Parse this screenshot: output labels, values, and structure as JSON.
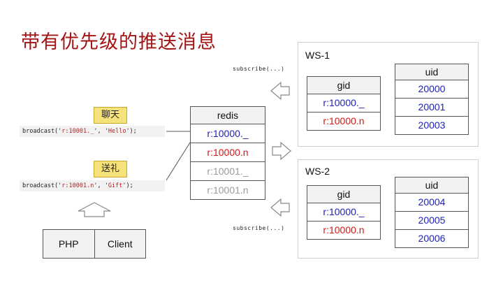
{
  "title": "带有优先级的推送消息",
  "code_lines": [
    {
      "pre": "broadcast('",
      "channel": "r:10001._",
      "mid": "', '",
      "msg": "Hello",
      "post": "');"
    },
    {
      "pre": "broadcast('",
      "channel": "r:10001.n",
      "mid": "', '",
      "msg": "Gift",
      "post": "');"
    }
  ],
  "tags": [
    "聊天",
    "送礼"
  ],
  "subscribe_label": "subscribe(...)",
  "redis": {
    "header": "redis",
    "rows": [
      {
        "text": "r:10000._",
        "color": "#1f22b8"
      },
      {
        "text": "r:10000.n",
        "color": "#d81414"
      },
      {
        "text": "r:10001._",
        "color": "#9a9a9a"
      },
      {
        "text": "r:10001.n",
        "color": "#9a9a9a"
      }
    ]
  },
  "sources": [
    "PHP",
    "Client"
  ],
  "ws": [
    {
      "label": "WS-1",
      "gid": {
        "header": "gid",
        "rows": [
          "r:10000._",
          "r:10000.n"
        ]
      },
      "uid": {
        "header": "uid",
        "rows": [
          "20000",
          "20001",
          "20003"
        ]
      }
    },
    {
      "label": "WS-2",
      "gid": {
        "header": "gid",
        "rows": [
          "r:10000._",
          "r:10000.n"
        ]
      },
      "uid": {
        "header": "uid",
        "rows": [
          "20004",
          "20005",
          "20006"
        ]
      }
    }
  ],
  "colors": {
    "title": "#a31515",
    "blue": "#1f22b8",
    "red": "#d81414",
    "gray": "#9a9a9a",
    "tag": "#f6e27a"
  }
}
